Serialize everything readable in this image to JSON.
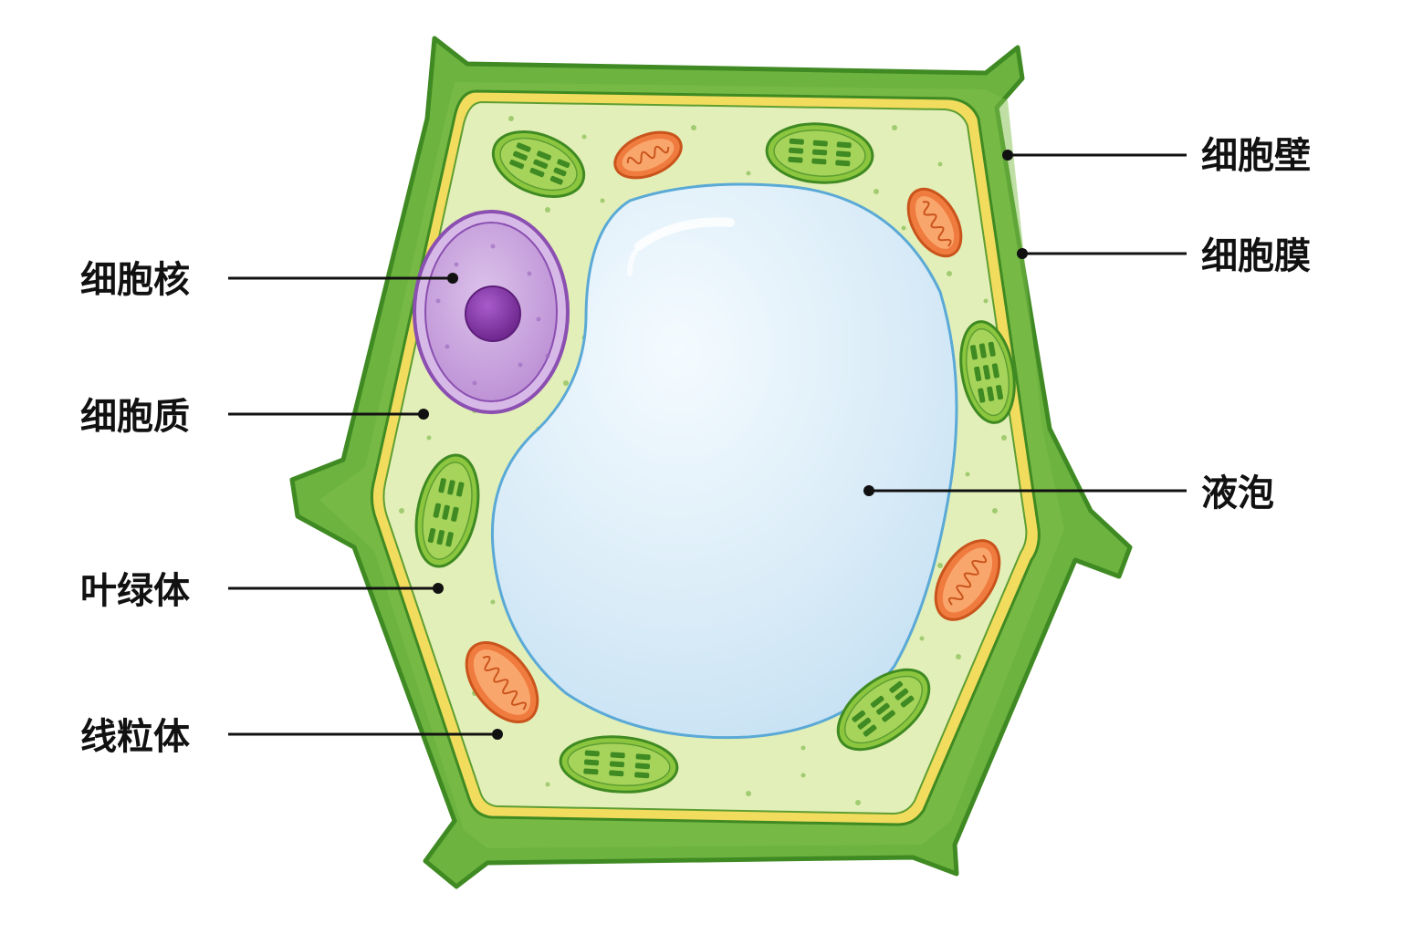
{
  "diagram": {
    "subject": "plant cell",
    "labels": {
      "cell_wall": "细胞壁",
      "cell_membrane": "细胞膜",
      "nucleus": "细胞核",
      "cytoplasm": "细胞质",
      "vacuole": "液泡",
      "chloroplast": "叶绿体",
      "mitochondrion": "线粒体"
    },
    "colors": {
      "cell_wall": "#6db33f",
      "cell_wall_edge": "#3f8a22",
      "membrane": "#f2dc5d",
      "cytoplasm": "#e3efb8",
      "granules": "#9ccc6a",
      "vacuole": "#d7ecf8",
      "vacuole_edge": "#5aa9d6",
      "nucleus": "#c9a3dc",
      "nucleus_edge": "#8a4fb0",
      "nucleolus": "#7b2f9e",
      "chloroplast": "#8cc63f",
      "chloroplast_edge": "#3f8a22",
      "mitochondrion": "#f07b3f",
      "mitochondrion_edge": "#c9541c"
    }
  }
}
